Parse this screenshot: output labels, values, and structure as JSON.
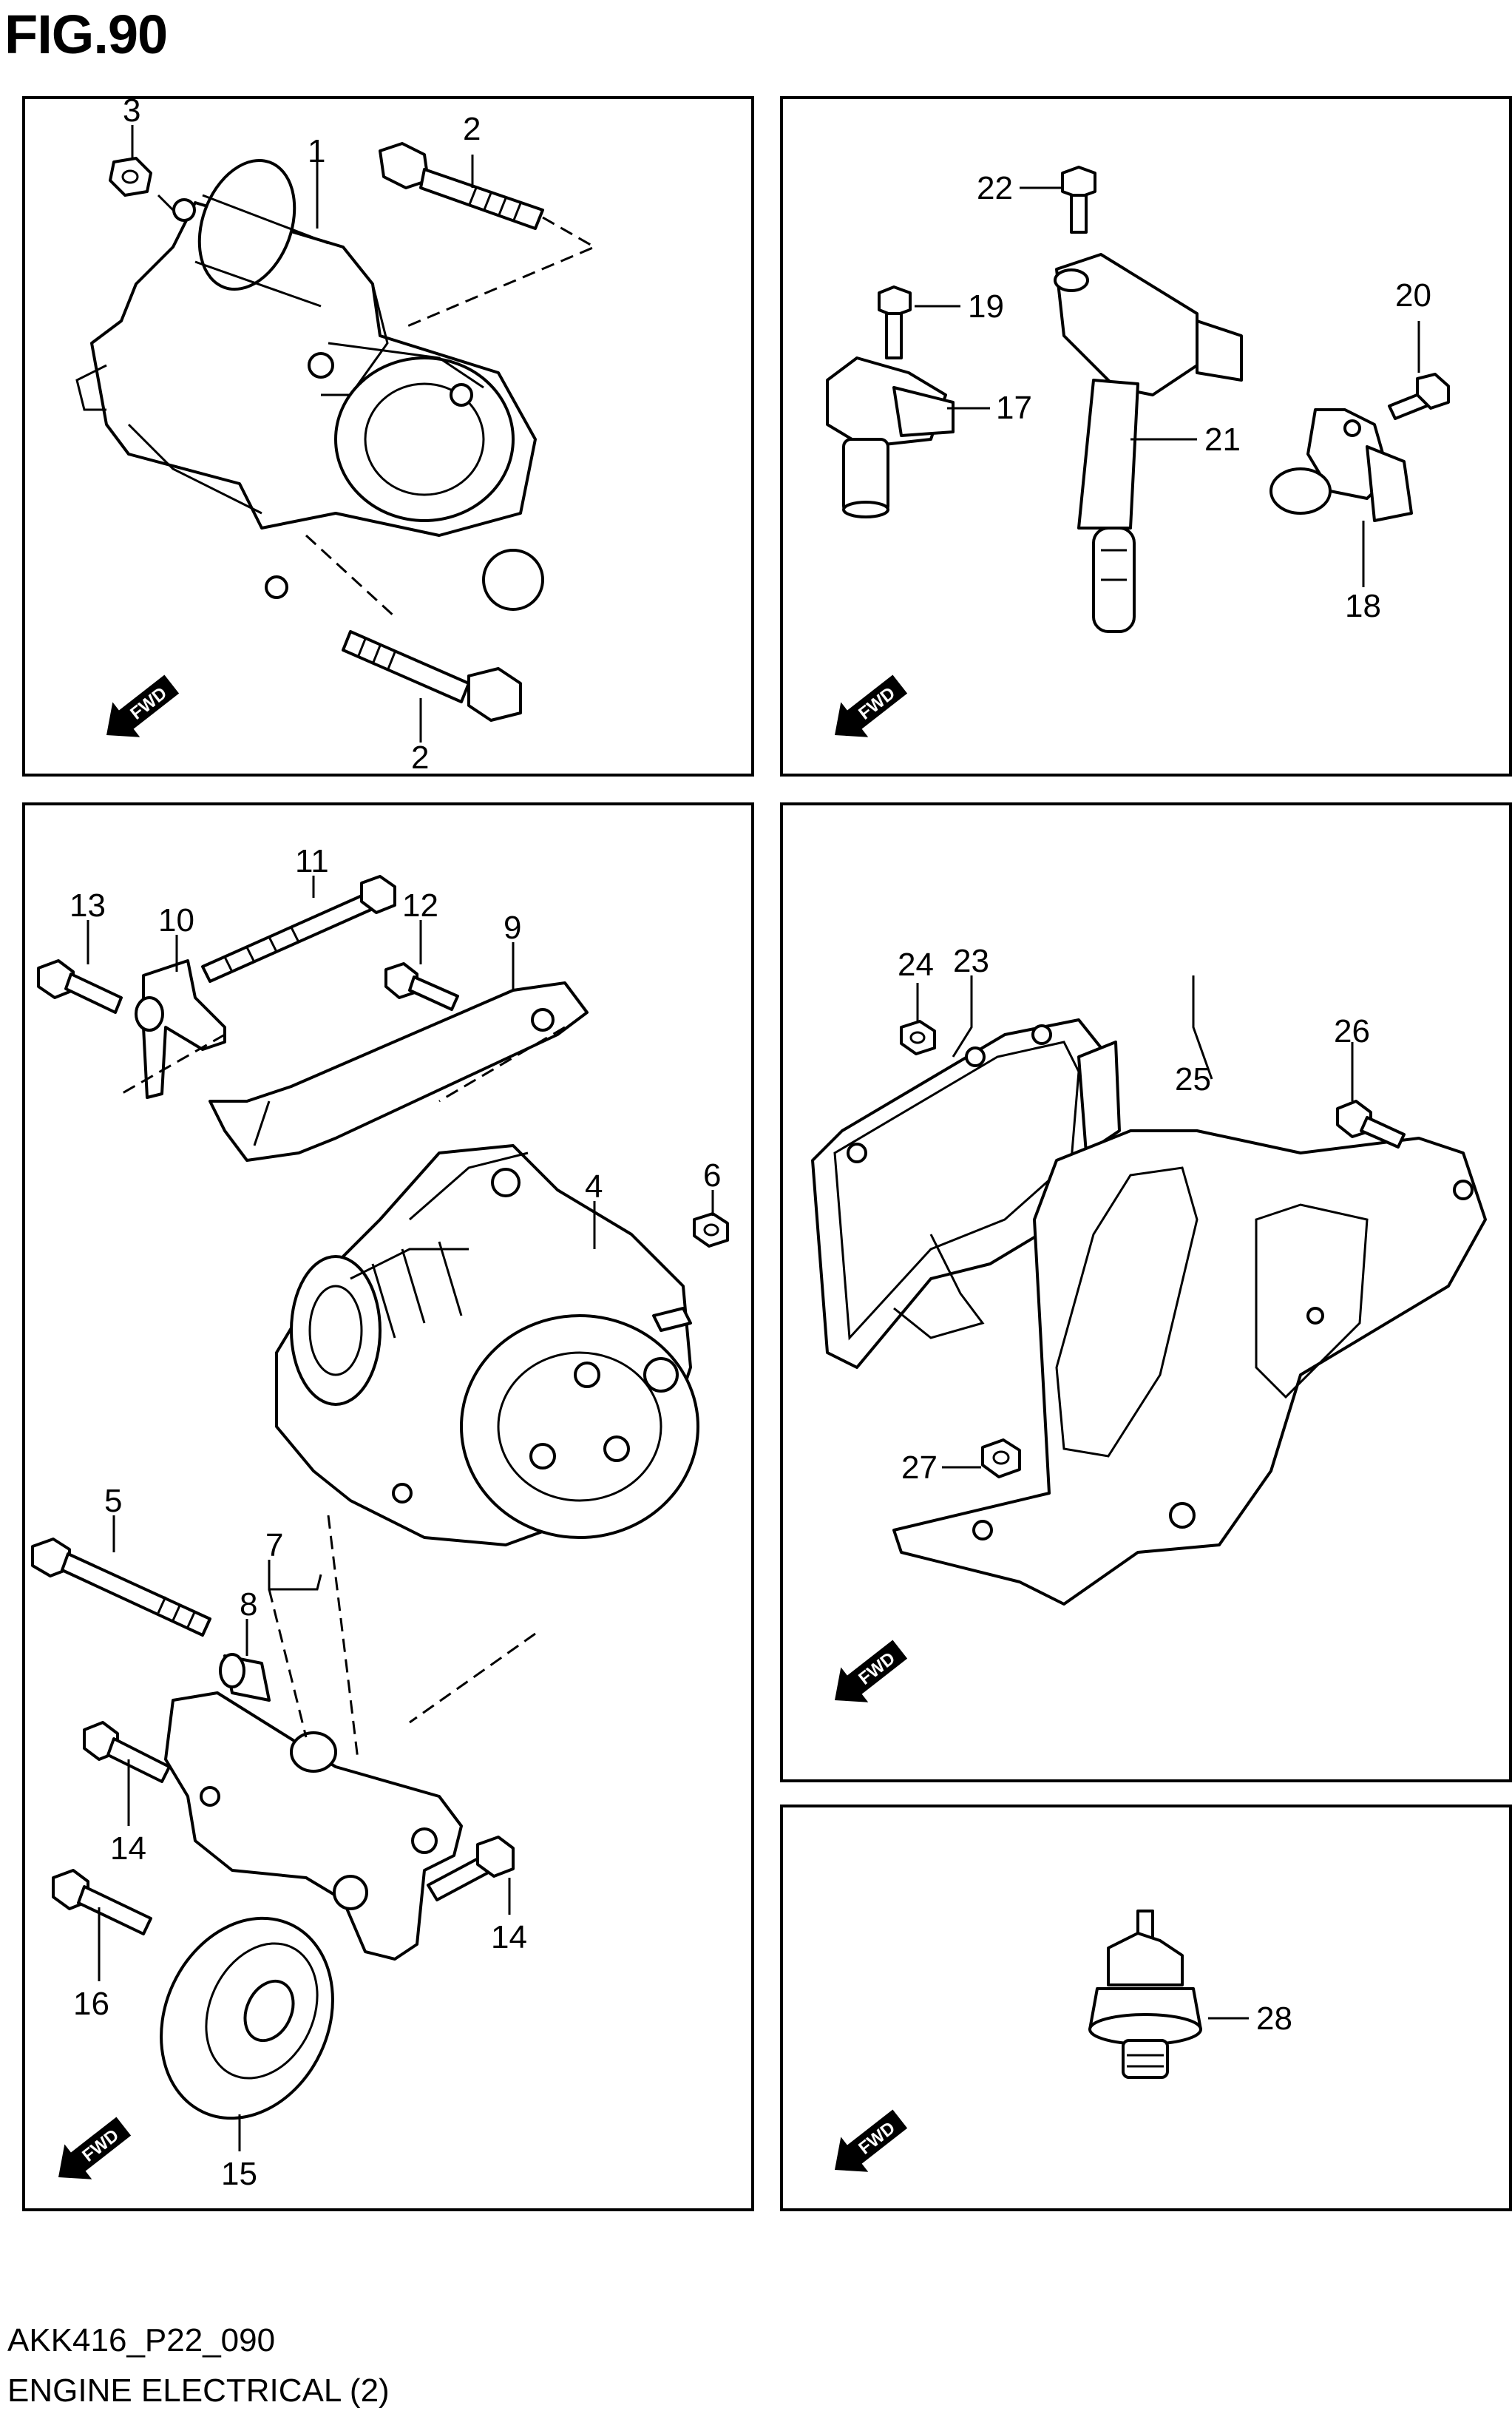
{
  "figure": {
    "title": "FIG.90"
  },
  "footer": {
    "code": "AKK416_P22_090",
    "name": "ENGINE ELECTRICAL (2)"
  },
  "fwd_label": "FWD",
  "panels": {
    "starter": {
      "labels": {
        "n1": "1",
        "n2a": "2",
        "n2b": "2",
        "n3": "3"
      }
    },
    "ignition": {
      "labels": {
        "n17": "17",
        "n18": "18",
        "n19": "19",
        "n20": "20",
        "n21": "21",
        "n22": "22"
      }
    },
    "alternator": {
      "labels": {
        "n4": "4",
        "n5": "5",
        "n6": "6",
        "n7": "7",
        "n8": "8",
        "n9": "9",
        "n10": "10",
        "n11": "11",
        "n12": "12",
        "n13": "13",
        "n14a": "14",
        "n14b": "14",
        "n15": "15",
        "n16": "16"
      }
    },
    "ecm": {
      "labels": {
        "n23": "23",
        "n24": "24",
        "n25": "25",
        "n26": "26",
        "n27": "27"
      }
    },
    "switch": {
      "labels": {
        "n28": "28"
      }
    }
  }
}
